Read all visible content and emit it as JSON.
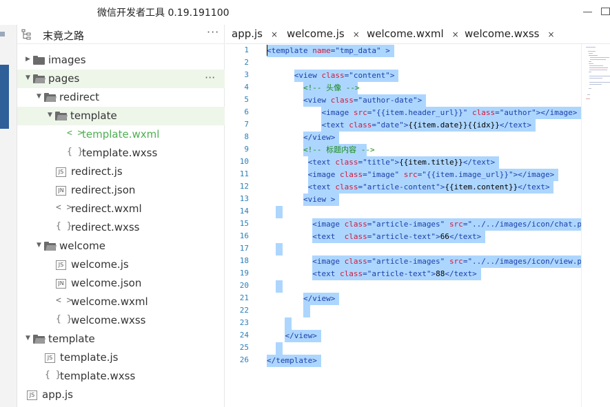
{
  "window": {
    "title": "微信开发者工具 0.19.191100"
  },
  "project": {
    "name": "末竟之路",
    "more_label": "···"
  },
  "file_tree": [
    {
      "label": "images",
      "kind": "folder",
      "expanded": false,
      "depth": 0
    },
    {
      "label": "pages",
      "kind": "folder",
      "expanded": true,
      "depth": 0,
      "selected": true,
      "more": "···"
    },
    {
      "label": "redirect",
      "kind": "folder",
      "expanded": true,
      "depth": 1
    },
    {
      "label": "template",
      "kind": "folder",
      "expanded": true,
      "depth": 2,
      "selected": true
    },
    {
      "label": "template.wxml",
      "kind": "wxml",
      "depth": 3,
      "active": true
    },
    {
      "label": "template.wxss",
      "kind": "wxss",
      "depth": 3
    },
    {
      "label": "redirect.js",
      "kind": "js",
      "depth": 2
    },
    {
      "label": "redirect.json",
      "kind": "json",
      "depth": 2
    },
    {
      "label": "redirect.wxml",
      "kind": "wxml",
      "depth": 2
    },
    {
      "label": "redirect.wxss",
      "kind": "wxss",
      "depth": 2
    },
    {
      "label": "welcome",
      "kind": "folder",
      "expanded": true,
      "depth": 1
    },
    {
      "label": "welcome.js",
      "kind": "js",
      "depth": 2
    },
    {
      "label": "welcome.json",
      "kind": "json",
      "depth": 2
    },
    {
      "label": "welcome.wxml",
      "kind": "wxml",
      "depth": 2
    },
    {
      "label": "welcome.wxss",
      "kind": "wxss",
      "depth": 2
    },
    {
      "label": "template",
      "kind": "folder",
      "expanded": true,
      "depth": 0
    },
    {
      "label": "template.js",
      "kind": "js",
      "depth": 1
    },
    {
      "label": "template.wxss",
      "kind": "wxss",
      "depth": 1
    },
    {
      "label": "app.js",
      "kind": "js",
      "depth": 0
    }
  ],
  "icons": {
    "js": "JS",
    "json": "JN",
    "wxml": "< >",
    "wxss": "{ }",
    "close": "×"
  },
  "tabs": [
    {
      "label": "app.js"
    },
    {
      "label": "welcome.js"
    },
    {
      "label": "welcome.wxml"
    },
    {
      "label": "welcome.wxss"
    }
  ],
  "code_lines": [
    [
      [
        "t",
        "<template "
      ],
      [
        "a",
        "name"
      ],
      [
        "t",
        "="
      ],
      [
        "v",
        "\"tmp_data\""
      ],
      [
        "t",
        " >"
      ]
    ],
    [],
    [
      [
        "s",
        "      "
      ],
      [
        "t",
        "<view "
      ],
      [
        "a",
        "class"
      ],
      [
        "t",
        "="
      ],
      [
        "v",
        "\"content\""
      ],
      [
        "t",
        ">"
      ]
    ],
    [
      [
        "s",
        "        "
      ],
      [
        "c",
        "<!-- 头像 -->"
      ]
    ],
    [
      [
        "s",
        "        "
      ],
      [
        "t",
        "<view "
      ],
      [
        "a",
        "class"
      ],
      [
        "t",
        "="
      ],
      [
        "v",
        "\"author-date\""
      ],
      [
        "t",
        ">"
      ]
    ],
    [
      [
        "s",
        "            "
      ],
      [
        "t",
        "<image "
      ],
      [
        "a",
        "src"
      ],
      [
        "t",
        "="
      ],
      [
        "v",
        "\"{{item.header_url}}\""
      ],
      [
        "t",
        " "
      ],
      [
        "a",
        "class"
      ],
      [
        "t",
        "="
      ],
      [
        "v",
        "\"author\""
      ],
      [
        "t",
        "></image>"
      ]
    ],
    [
      [
        "s",
        "            "
      ],
      [
        "t",
        "<text "
      ],
      [
        "a",
        "class"
      ],
      [
        "t",
        "="
      ],
      [
        "v",
        "\"date\""
      ],
      [
        "t",
        ">"
      ],
      [
        "x",
        "{{item.date}}{{idx}}"
      ],
      [
        "t",
        "</text>"
      ]
    ],
    [
      [
        "s",
        "        "
      ],
      [
        "t",
        "</view>"
      ]
    ],
    [
      [
        "s",
        "        "
      ],
      [
        "c",
        "<!-- 标题内容 -->"
      ]
    ],
    [
      [
        "s",
        "         "
      ],
      [
        "t",
        "<text "
      ],
      [
        "a",
        "class"
      ],
      [
        "t",
        "="
      ],
      [
        "v",
        "\"title\""
      ],
      [
        "t",
        ">"
      ],
      [
        "x",
        "{{item.title}}"
      ],
      [
        "t",
        "</text>"
      ]
    ],
    [
      [
        "s",
        "         "
      ],
      [
        "t",
        "<image "
      ],
      [
        "a",
        "class"
      ],
      [
        "t",
        "="
      ],
      [
        "v",
        "\"image\""
      ],
      [
        "t",
        " "
      ],
      [
        "a",
        "src"
      ],
      [
        "t",
        "="
      ],
      [
        "v",
        "\"{{item.image_url}}\""
      ],
      [
        "t",
        "></image>"
      ]
    ],
    [
      [
        "s",
        "         "
      ],
      [
        "t",
        "<text "
      ],
      [
        "a",
        "class"
      ],
      [
        "t",
        "="
      ],
      [
        "v",
        "\"article-content\""
      ],
      [
        "t",
        ">"
      ],
      [
        "x",
        "{{item.content}}"
      ],
      [
        "t",
        "</text>"
      ]
    ],
    [
      [
        "s",
        "        "
      ],
      [
        "t",
        "<view >"
      ]
    ],
    [
      [
        "s",
        "  "
      ]
    ],
    [
      [
        "s",
        "          "
      ],
      [
        "t",
        "<image "
      ],
      [
        "a",
        "class"
      ],
      [
        "t",
        "="
      ],
      [
        "v",
        "\"article-images\""
      ],
      [
        "t",
        " "
      ],
      [
        "a",
        "src"
      ],
      [
        "t",
        "="
      ],
      [
        "v",
        "\"../../images/icon/chat.png\""
      ],
      [
        "t",
        " />"
      ]
    ],
    [
      [
        "s",
        "          "
      ],
      [
        "t",
        "<text  "
      ],
      [
        "a",
        "class"
      ],
      [
        "t",
        "="
      ],
      [
        "v",
        "\"article-text\""
      ],
      [
        "t",
        ">"
      ],
      [
        "x",
        "66"
      ],
      [
        "t",
        "</text>"
      ]
    ],
    [
      [
        "s",
        "  "
      ]
    ],
    [
      [
        "s",
        "          "
      ],
      [
        "t",
        "<image "
      ],
      [
        "a",
        "class"
      ],
      [
        "t",
        "="
      ],
      [
        "v",
        "\"article-images\""
      ],
      [
        "t",
        " "
      ],
      [
        "a",
        "src"
      ],
      [
        "t",
        "="
      ],
      [
        "v",
        "\"../../images/icon/view.png\""
      ],
      [
        "t",
        " />"
      ]
    ],
    [
      [
        "s",
        "          "
      ],
      [
        "t",
        "<text "
      ],
      [
        "a",
        "class"
      ],
      [
        "t",
        "="
      ],
      [
        "v",
        "\"article-text\""
      ],
      [
        "t",
        ">"
      ],
      [
        "x",
        "88"
      ],
      [
        "t",
        "</text>"
      ]
    ],
    [
      [
        "s",
        "  "
      ]
    ],
    [
      [
        "s",
        "        "
      ],
      [
        "t",
        "</view>"
      ]
    ],
    [
      [
        "s",
        "        "
      ]
    ],
    [
      [
        "s",
        "    "
      ]
    ],
    [
      [
        "s",
        "    "
      ],
      [
        "t",
        "</view>"
      ]
    ],
    [
      [
        "s",
        "  "
      ]
    ],
    [
      [
        "t",
        "</template>"
      ]
    ]
  ]
}
